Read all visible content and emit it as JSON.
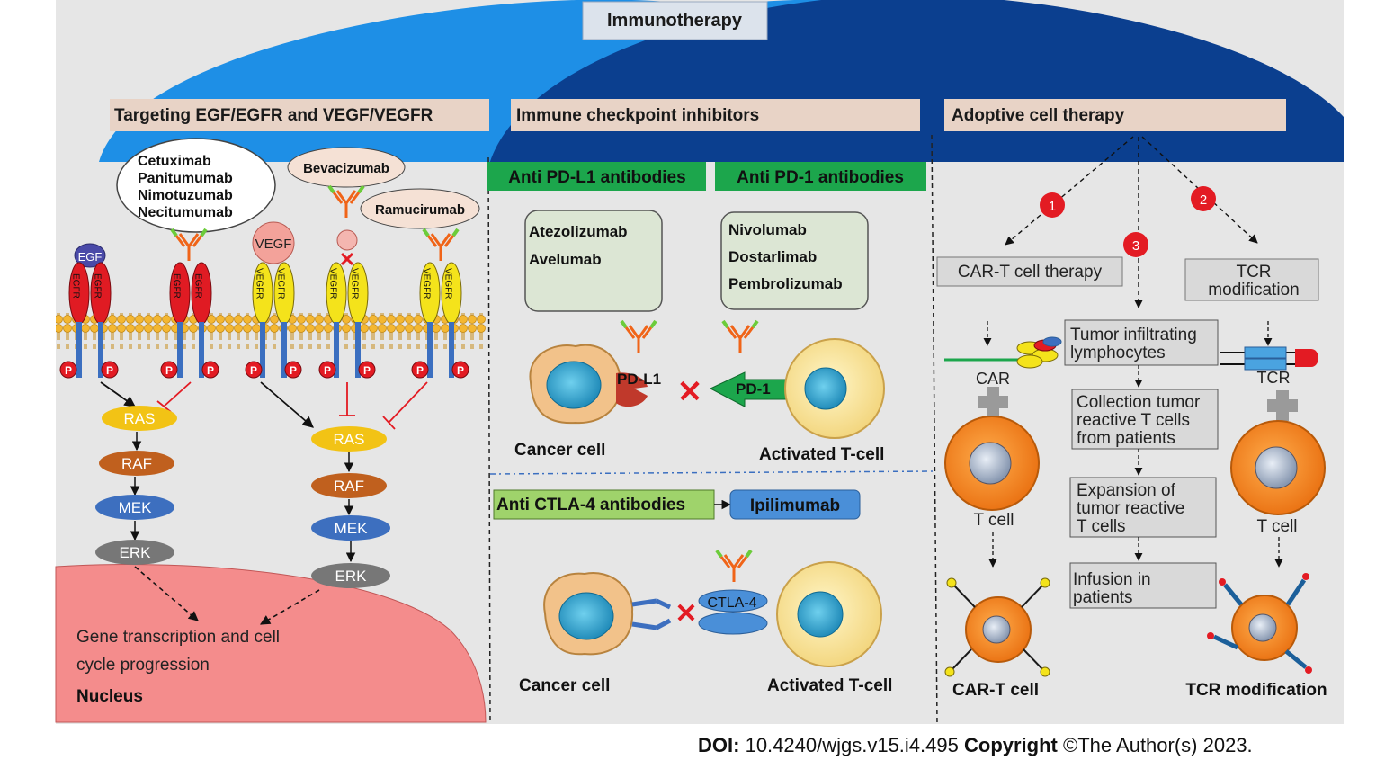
{
  "title": "Immunotherapy",
  "sections": {
    "egfr": "Targeting EGF/EGFR and VEGF/VEGFR",
    "checkpoint": "Immune checkpoint inhibitors",
    "adoptive": "Adoptive cell therapy"
  },
  "egfr_panel": {
    "drugs_egfr": [
      "Cetuximab",
      "Panitumumab",
      "Nimotuzumab",
      "Necitumumab"
    ],
    "drug_bev": "Bevacizumab",
    "drug_ram": "Ramucirumab",
    "ligand_egf": "EGF",
    "ligand_vegf": "VEGF",
    "receptor_egfr": "EGFR",
    "receptor_vegfr": "VEGFR",
    "phospho": "P",
    "cascade": [
      "RAS",
      "RAF",
      "MEK",
      "ERK"
    ],
    "nucleus_text_1": "Gene transcription and cell",
    "nucleus_text_2": "cycle progression",
    "nucleus_label": "Nucleus"
  },
  "checkpoint_panel": {
    "anti_pdl1": "Anti PD-L1 antibodies",
    "anti_pd1": "Anti PD-1 antibodies",
    "pdl1_drugs": [
      "Atezolizumab",
      "Avelumab"
    ],
    "pd1_drugs": [
      "Nivolumab",
      "Dostarlimab",
      "Pembrolizumab"
    ],
    "pdl1": "PD-L1",
    "pd1": "PD-1",
    "cancer_cell": "Cancer cell",
    "activated_tcell": "Activated T-cell",
    "anti_ctla4": "Anti CTLA-4 antibodies",
    "ipilimumab": "Ipilimumab",
    "ctla4": "CTLA-4"
  },
  "adoptive_panel": {
    "markers": [
      "1",
      "2",
      "3"
    ],
    "car_t_therapy": "CAR-T cell therapy",
    "tcr_mod_1": "TCR",
    "tcr_mod_2": "modification",
    "til_1": "Tumor infiltrating",
    "til_2": "lymphocytes",
    "collect_1": "Collection tumor",
    "collect_2": "reactive T cells",
    "collect_3": "from patients",
    "expand_1": "Expansion of",
    "expand_2": "tumor reactive",
    "expand_3": "T cells",
    "infuse_1": "Infusion in",
    "infuse_2": "patients",
    "car": "CAR",
    "tcr": "TCR",
    "t_cell": "T cell",
    "car_t_cell": "CAR-T cell",
    "tcr_modification": "TCR modification"
  },
  "footer": {
    "doi_label": "DOI:",
    "doi": "10.4240/wjgs.v15.i4.495",
    "copyright_label": "Copyright",
    "copyright": "©The Author(s) 2023."
  },
  "colors": {
    "background": "#e6e6e6",
    "arc_light": "#1e8fe6",
    "arc_dark": "#0b3f8f",
    "header_box": "#e8d3c6",
    "green_label": "#1ca64c",
    "drug_box": "#dce6d4",
    "nucleus": "#f48c8c",
    "red_marker": "#e31b23",
    "ras": "#f2c315",
    "raf": "#c0601e",
    "mek": "#3d6fbf",
    "erk": "#777777"
  }
}
